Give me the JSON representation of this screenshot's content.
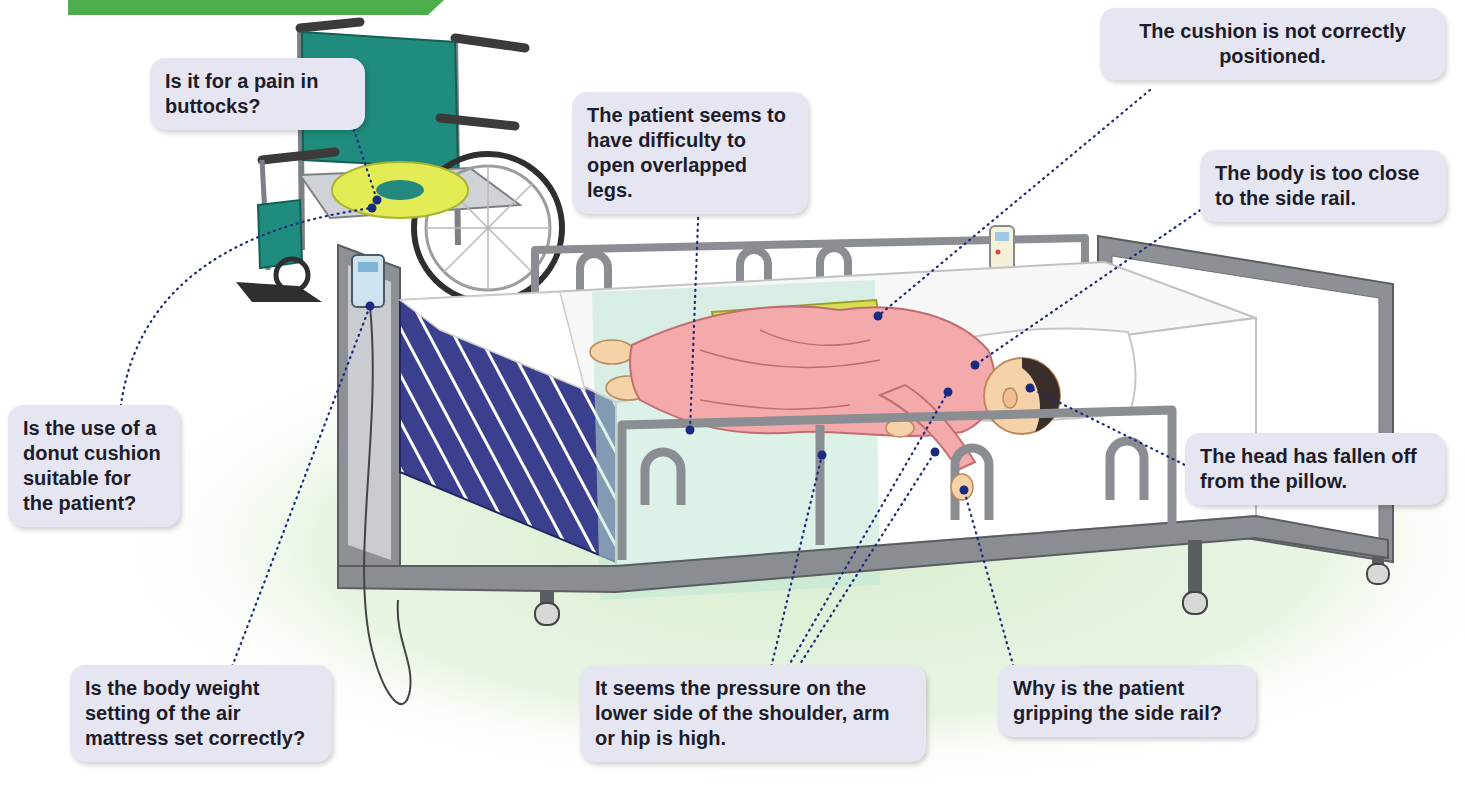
{
  "diagram": {
    "nodes": [
      {
        "text": [
          "Is it for a pain in buttocks?"
        ]
      },
      {
        "text": [
          "The patient seems to have difficulty to open overlapped legs."
        ]
      },
      {
        "text": [
          "The cushion is not correctly positioned."
        ]
      },
      {
        "text": [
          "The body is too close to the side rail."
        ]
      },
      {
        "text": [
          "Is the use of a donut cushion suitable for the patient?"
        ]
      },
      {
        "text": [
          "The head has fallen off from the pillow."
        ]
      },
      {
        "text": [
          "Is the body weight setting of the air mattress set correctly?"
        ]
      },
      {
        "text": [
          "It seems the pressure on the lower side of the shoulder, arm or hip is high."
        ]
      },
      {
        "text": [
          "Why is the patient gripping the side rail?"
        ]
      }
    ]
  }
}
